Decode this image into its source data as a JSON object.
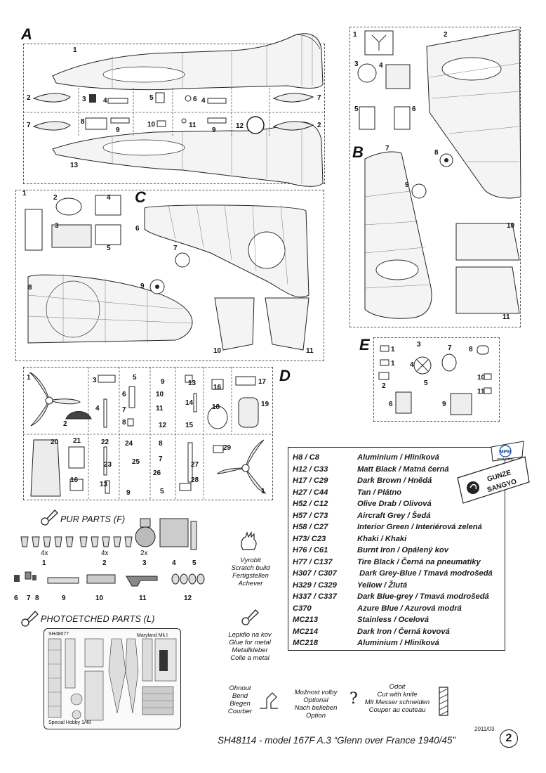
{
  "sprues": {
    "a": "A",
    "b": "B",
    "c": "C",
    "d": "D",
    "e": "E"
  },
  "section_titles": {
    "pur_parts": "PUR PARTS (F)",
    "photoetched_parts": "PHOTOETCHED PARTS (L)"
  },
  "pur_numbers": [
    "1",
    "2",
    "3",
    "4",
    "5",
    "6",
    "7",
    "8",
    "9",
    "10",
    "11",
    "12"
  ],
  "pur_quantities": {
    "part1": "4x",
    "part2": "4x",
    "part3": "2x"
  },
  "pe_sheet": {
    "code": "SH48077",
    "title": "Maryland Mk.I",
    "footer": "Special Hobby 1/48"
  },
  "legend": {
    "scratch": [
      "Vyrobit",
      "Scratch build",
      "Fertigstellen",
      "Achever"
    ],
    "glue": [
      "Lepidlo na kov",
      "Glue for metal",
      "Metallkleber",
      "Colle a metal"
    ],
    "bend": [
      "Ohnout",
      "Bend",
      "Biegen",
      "Courber"
    ],
    "optional": [
      "Možnost volby",
      "Optional",
      "Nach belieben",
      "Option"
    ],
    "cut": [
      "Odoؚit",
      "Cut with knife",
      "Mit Messer schneiden",
      "Couper au couteau"
    ]
  },
  "paints": [
    {
      "code": "H8 / C8",
      "name": "Aluminium / Hliníková"
    },
    {
      "code": "H12 / C33",
      "name": "Matt Black / Matná černá"
    },
    {
      "code": "H17 / C29",
      "name": "Dark Brown / Hnědá"
    },
    {
      "code": "H27 / C44",
      "name": "Tan / Plátno"
    },
    {
      "code": "H52 / C12",
      "name": "Olive Drab / Olivová"
    },
    {
      "code": "H57 / C73",
      "name": "Aircraft Grey / Šedá"
    },
    {
      "code": "H58 / C27",
      "name": "Interior Green / Interiérová zelená"
    },
    {
      "code": "H73/ C23",
      "name": "Khaki / Khaki"
    },
    {
      "code": "H76 / C61",
      "name": "Burnt Iron / Opálený kov"
    },
    {
      "code": "H77 / C137",
      "name": "Tire Black / Černá na pneumatiky"
    },
    {
      "code": "H307 / C307",
      "name": " Dark Grey-Blue / Tmavá modrošedá"
    },
    {
      "code": "H329 / C329",
      "name": "Yellow / Žlutá"
    },
    {
      "code": "H337 / C337",
      "name": "Dark Blue-grey / Tmavá modrošedá"
    },
    {
      "code": "C370",
      "name": "Azure Blue / Azurová modrá"
    },
    {
      "code": "MC213",
      "name": "Stainless / Ocelová"
    },
    {
      "code": "MC214",
      "name": "Dark Iron / Černá kovová"
    },
    {
      "code": "MC218",
      "name": "Aluminium / Hliníková"
    }
  ],
  "brand": {
    "mpm": "MPM",
    "production": "production",
    "gunze": "GUNZE",
    "sangyo": "SANGYO"
  },
  "footer": {
    "title": "SH48114 - model 167F A.3 “Glenn over France 1940/45”",
    "date": "2011/03",
    "page": "2"
  }
}
